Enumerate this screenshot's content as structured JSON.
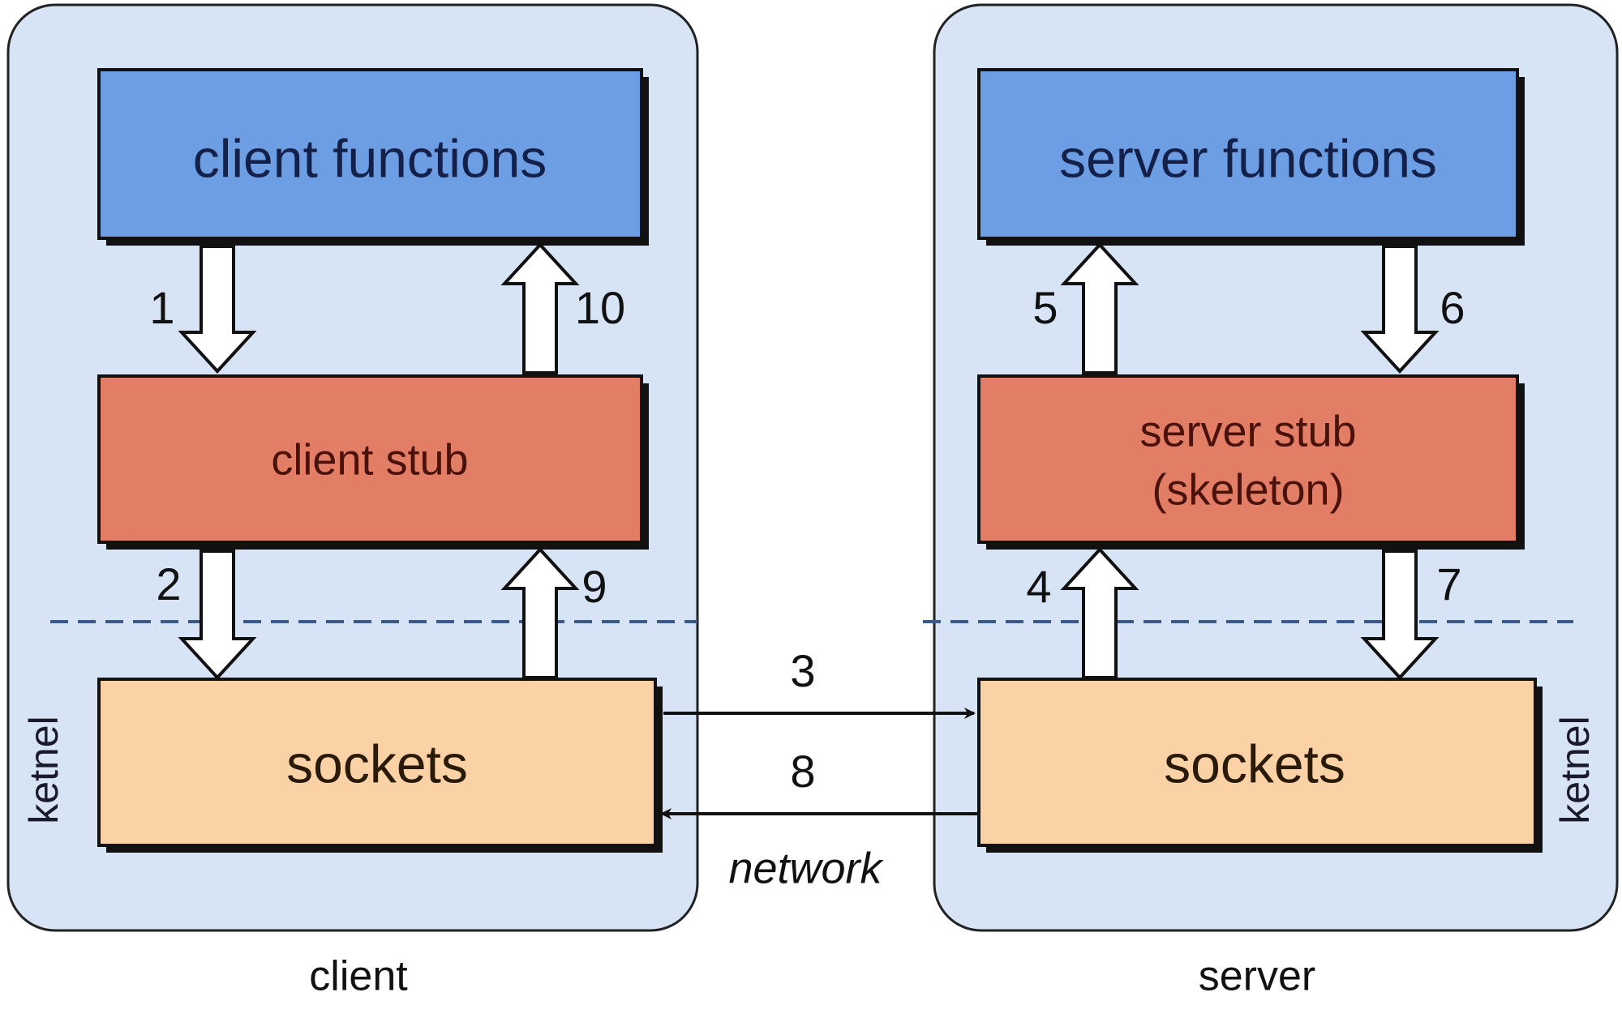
{
  "colors": {
    "panel_fill": "#d6e4f6",
    "panel_stroke": "#222222",
    "functions_fill": "#6d9ee3",
    "functions_text": "#12204a",
    "stub_fill": "#e27d66",
    "stub_text": "#4a120a",
    "sockets_fill": "#fbd2a6",
    "sockets_text": "#2a1a0a",
    "box_stroke": "#111111",
    "kernel_line": "#3a5a8c",
    "arrow_fill": "#ffffff",
    "arrow_stroke": "#111111"
  },
  "client": {
    "caption": "client",
    "kernel_label": "ketnel",
    "functions_label": "client functions",
    "stub_label": "client stub",
    "sockets_label": "sockets"
  },
  "server": {
    "caption": "server",
    "kernel_label": "ketnel",
    "functions_label": "server functions",
    "stub_label_line1": "server stub",
    "stub_label_line2": "(skeleton)",
    "sockets_label": "sockets"
  },
  "network": {
    "label": "network"
  },
  "steps": {
    "s1": "1",
    "s2": "2",
    "s3": "3",
    "s4": "4",
    "s5": "5",
    "s6": "6",
    "s7": "7",
    "s8": "8",
    "s9": "9",
    "s10": "10"
  }
}
